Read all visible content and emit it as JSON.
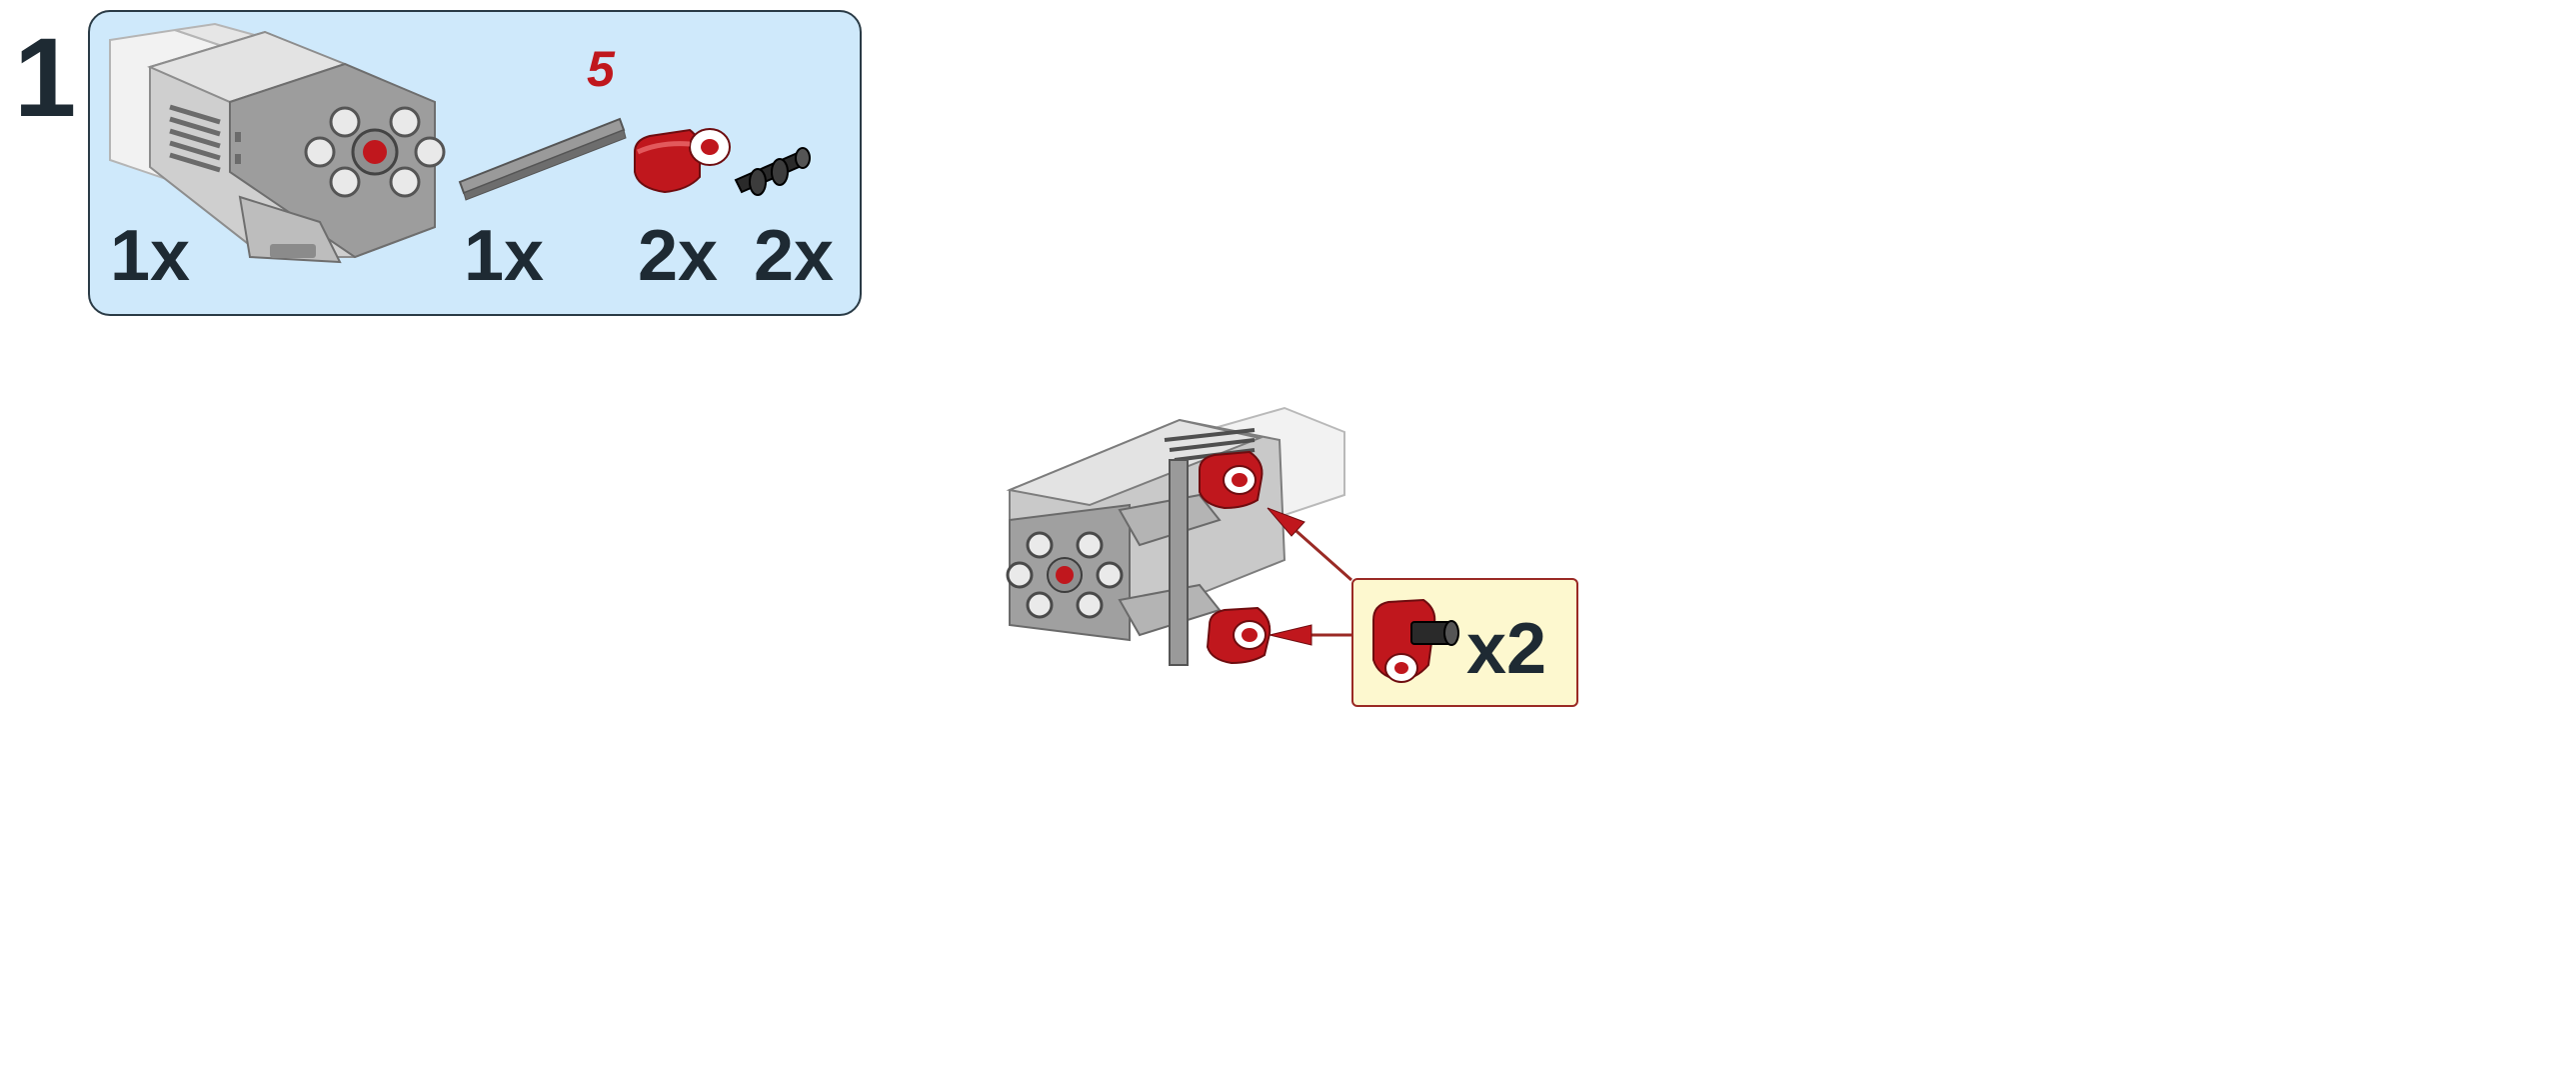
{
  "step": {
    "number": "1"
  },
  "parts_list": {
    "axle_length": "5",
    "items": [
      {
        "name": "medium-motor",
        "qty": "1x"
      },
      {
        "name": "axle",
        "qty": "1x"
      },
      {
        "name": "red-connector",
        "qty": "2x"
      },
      {
        "name": "black-pin",
        "qty": "2x"
      }
    ]
  },
  "callout": {
    "qty": "x2"
  },
  "colors": {
    "panel_bg": "#cfe9fb",
    "callout_bg": "#fdf8cf",
    "accent_red": "#c0171d"
  }
}
